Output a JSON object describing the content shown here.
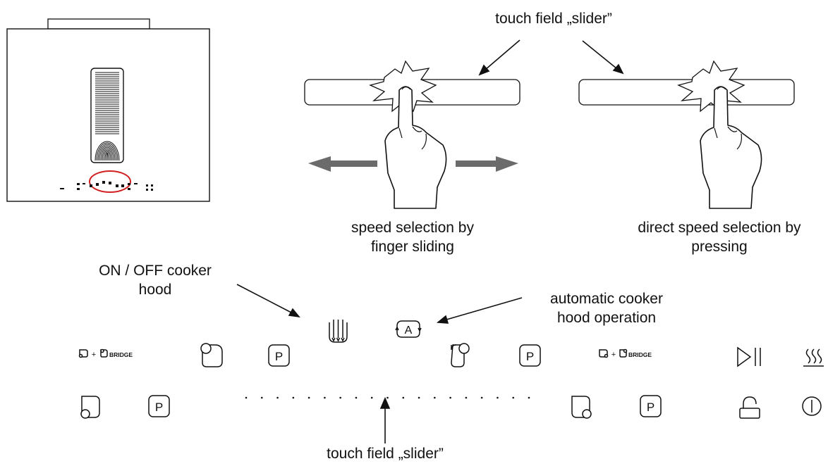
{
  "labels": {
    "slider_top": "touch field „slider”",
    "speed_sliding_line1": "speed selection by",
    "speed_sliding_line2": "finger sliding",
    "direct_line1": "direct speed selection by",
    "direct_line2": "pressing",
    "onoff_line1": "ON / OFF cooker",
    "onoff_line2": "hood",
    "auto_line1": "automatic cooker",
    "auto_line2": "hood operation",
    "slider_bottom": "touch field „slider”"
  },
  "panel": {
    "bridge_left": "BRIDGE",
    "bridge_right": "BRIDGE",
    "program_key": "P",
    "auto_key": "A",
    "plus": "+"
  },
  "slider_dots_count": 19,
  "colors": {
    "ink": "#111111",
    "arrow_grey": "#6b6b6b",
    "highlight_red": "#d21f1f"
  }
}
